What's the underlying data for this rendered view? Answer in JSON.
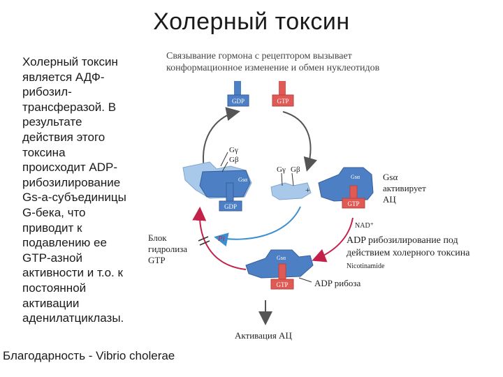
{
  "title": "Холерный токсин",
  "description_lines": [
    "Холерный токсин",
    "является АДФ-",
    "рибозил-",
    "трансферазой. В",
    "результате",
    "действия этого",
    "токсина",
    "происходит ADP-",
    "рибозилирование",
    "Gs-a-субъединицы",
    "G-бека, что",
    "приводит к",
    "подавлению ее",
    "GTP-азной",
    "активности и т.о. к",
    "постоянной",
    "активации",
    "аденилатциклазы."
  ],
  "credit": "Благодарность - Vibrio cholerae",
  "diagram": {
    "header_line1": "Связывание гормона с рецептором вызывает",
    "header_line2": "конформационное изменение и обмен нуклеотидов",
    "gdp": "GDP",
    "gtp": "GTP",
    "g_gamma": "Gγ",
    "g_beta": "Gβ",
    "g_alpha_s": "Gsα",
    "plus": "+",
    "pi": "Pi",
    "gsa_activates_1": "Gsα",
    "gsa_activates_2": "активирует",
    "gsa_activates_3": "АЦ",
    "block_1": "Блок",
    "block_2": "гидролиза",
    "block_3": "GTP",
    "nad": "NAD⁺",
    "adp_ribosylation_1": "ADP рибозилирование под",
    "adp_ribosylation_2": "действием холерного токсина",
    "nicotinamide": "Nicotinamide",
    "adp_ribose": "ADP рибоза",
    "activation": "Активация АЦ",
    "colors": {
      "blue": "#4d7fc4",
      "light_blue": "#a9c9ea",
      "red": "#e05a55",
      "arrow_red": "#c4214a",
      "arrow_blue": "#3b8fd0"
    }
  }
}
